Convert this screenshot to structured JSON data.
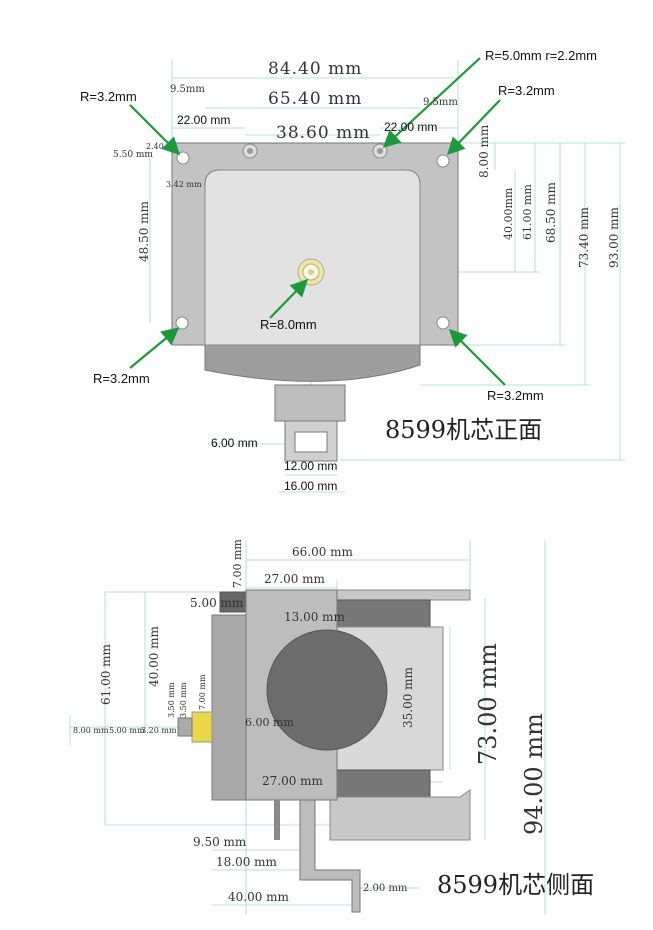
{
  "front_view": {
    "title": "8599机芯正面",
    "dims": {
      "d84_40": "84.40 mm",
      "d65_40": "65.40 mm",
      "d38_60": "38.60 mm",
      "d22_left": "22.00 mm",
      "d22_right": "22.00 mm",
      "d9_5_left": "9.5mm",
      "d9_5_right": "9.5mm",
      "d5_50": "5.50 mm",
      "d2_40": "2.40",
      "d3_42": "3.42 mm",
      "d48_50": "48.50 mm",
      "d8_00": "8.00 mm",
      "d40_00": "40.00mm",
      "d61_00": "61.00 mm",
      "d68_50": "68.50 mm",
      "d73_40": "73.40 mm",
      "d93_00": "93.00 mm",
      "d6_00": "6.00 mm",
      "d12_00": "12.00 mm",
      "d16_00": "16.00 mm"
    },
    "callouts": {
      "r_top_left": "R=3.2mm",
      "r_top_right": "R=3.2mm",
      "r_bottom_left": "R=3.2mm",
      "r_bottom_right": "R=3.2mm",
      "r_center": "R=8.0mm",
      "r_screw": "R=5.0mm  r=2.2mm"
    }
  },
  "side_view": {
    "title": "8599机芯侧面",
    "dims": {
      "d66_00": "66.00 mm",
      "d27_top": "27.00 mm",
      "d7_00_top": "7.00 mm",
      "d5_00": "5.00 mm",
      "d13_00": "13.00 mm",
      "d35_00": "35.00 mm",
      "d73_00": "73.00 mm",
      "d94_00": "94.00 mm",
      "d61_00": "61.00 mm",
      "d40_00": "40.00 mm",
      "d3_50_a": "3.50 mm",
      "d3_50_b": "3.50 mm",
      "d7_00_shaft": "7.00 mm",
      "d8_00": "8.00 mm",
      "d5_00_shaft": "5.00 mm",
      "d3_20": "3.20 mm",
      "d6_00": "6.00 mm",
      "d27_bottom": "27.00 mm",
      "d9_50": "9.50 mm",
      "d18_00": "18.00 mm",
      "d40_bottom": "40.00 mm",
      "d2_00": "2.00 mm"
    }
  },
  "colors": {
    "arrow": "#1a9a3a",
    "dimline": "#8fd3c0",
    "plate": "#c3c3c3",
    "panel": "#e2e2e2",
    "dark": "#6e6e6e",
    "shaft": "#e8d84a"
  }
}
